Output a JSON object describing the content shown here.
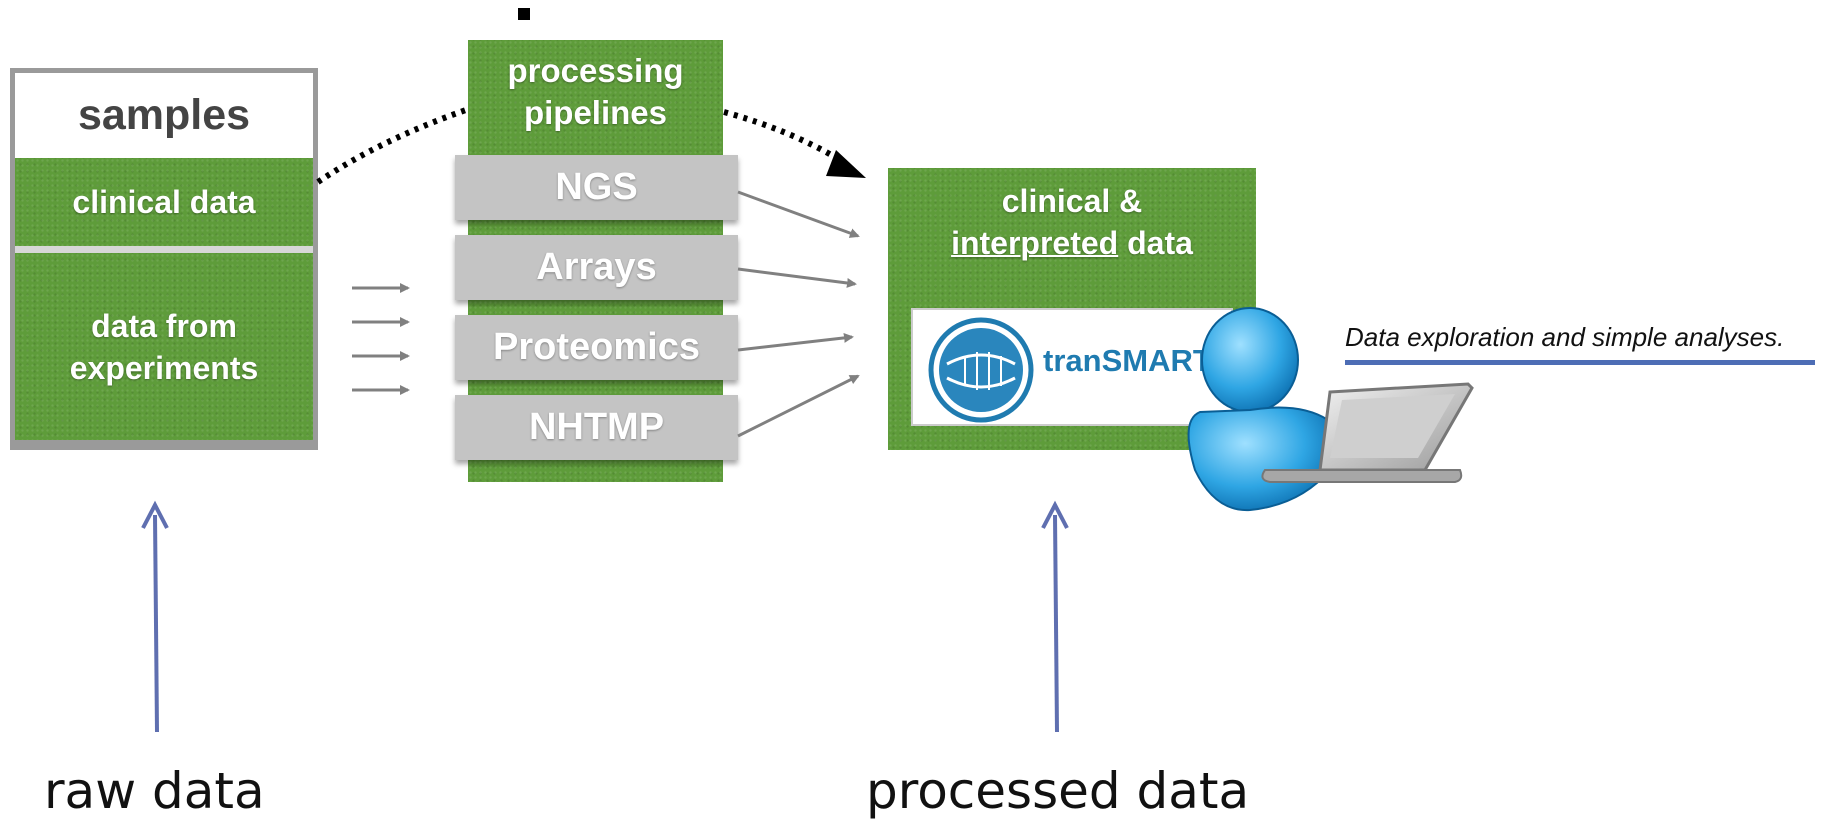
{
  "raw_source": {
    "title": "samples",
    "clinical_label": "clinical data",
    "experiments_label": "data from experiments"
  },
  "pipelines": {
    "title": "processing pipelines",
    "items": [
      "NGS",
      "Arrays",
      "Proteomics",
      "NHTMP"
    ]
  },
  "output": {
    "title_line1": "clinical &",
    "title_underlined": "interpreted",
    "title_rest": " data",
    "logo_text": "tranSMART"
  },
  "caption": "Data exploration and simple analyses.",
  "labels": {
    "raw": "raw data",
    "processed": "processed data"
  },
  "colors": {
    "green": "#5e9c3a",
    "gray_box": "#c4c4c4",
    "blue_arrow": "#5f6fb0",
    "logo_blue": "#1f7bb0"
  }
}
